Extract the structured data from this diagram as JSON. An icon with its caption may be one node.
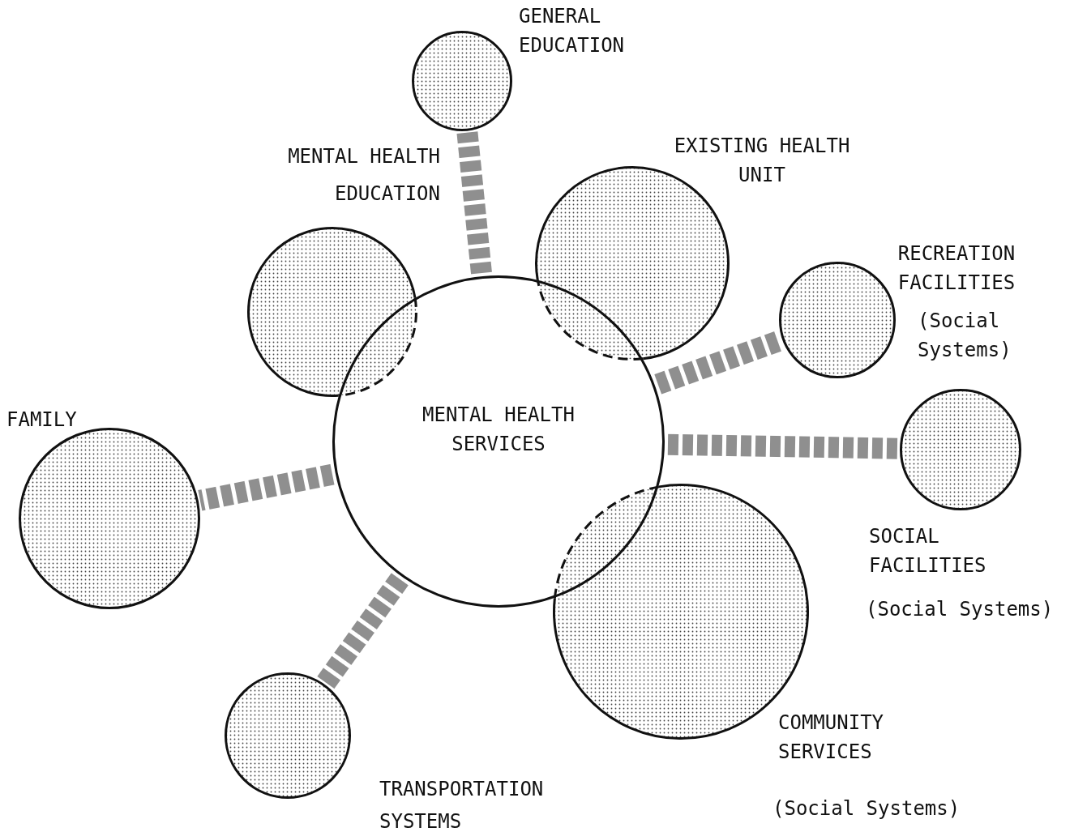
{
  "diagram": {
    "nodes": [
      {
        "text": [
          "GENERAL EDUCATION"
        ]
      },
      {
        "text": [
          "MENTAL HEALTH EDUCATION"
        ]
      },
      {
        "text": [
          "EXISTING HEALTH UNIT"
        ]
      },
      {
        "text": [
          "RECREATION FACILITIES",
          "(Social Systems)"
        ]
      },
      {
        "text": [
          "MENTAL HEALTH SERVICES"
        ]
      },
      {
        "text": [
          "SOCIAL FACILITIES",
          "(Social Systems)"
        ]
      },
      {
        "text": [
          "FAMILY"
        ]
      },
      {
        "text": [
          "COMMUNITY SERVICES",
          "(Social Systems)"
        ]
      },
      {
        "text": [
          "TRANSPORTATION SYSTEMS"
        ]
      }
    ],
    "edges": [
      {
        "from": 4,
        "to": 0,
        "arrow": "none",
        "style": "thick"
      },
      {
        "from": 4,
        "to": 3,
        "arrow": "none",
        "style": "thick"
      },
      {
        "from": 4,
        "to": 5,
        "arrow": "none",
        "style": "thick"
      },
      {
        "from": 4,
        "to": 6,
        "arrow": "none",
        "style": "thick"
      },
      {
        "from": 4,
        "to": 8,
        "arrow": "none",
        "style": "thick"
      }
    ]
  }
}
